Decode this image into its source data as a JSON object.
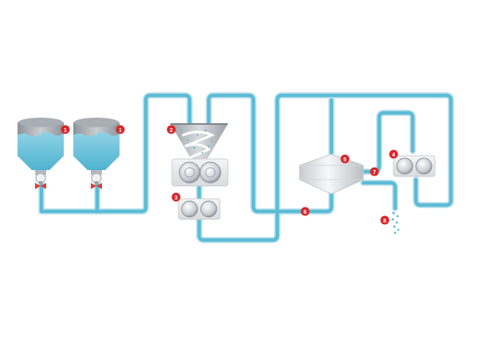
{
  "diagram": {
    "colors": {
      "pipe": "#62bfd9",
      "pipe_edge": "#c6e4ee",
      "badge": "#d9262b",
      "badge_text": "#ffffff",
      "liquid": "#6cc4dc",
      "metal_dark": "#7a8088",
      "metal_light": "#eceef0",
      "valve": "#e13b3b"
    },
    "badges": [
      {
        "id": "b1a",
        "text": "1"
      },
      {
        "id": "b1b",
        "text": "1"
      },
      {
        "id": "b2",
        "text": "2"
      },
      {
        "id": "b3",
        "text": "3"
      },
      {
        "id": "b4",
        "text": "4"
      },
      {
        "id": "b5",
        "text": "5"
      },
      {
        "id": "b6",
        "text": "6"
      },
      {
        "id": "b7",
        "text": "7"
      },
      {
        "id": "b8",
        "text": "8"
      }
    ],
    "icons": [
      "storage-tank-icon",
      "valve-icon",
      "mixing-funnel-icon",
      "roller-pump-icon",
      "conical-vessel-icon",
      "droplet-icon"
    ]
  }
}
